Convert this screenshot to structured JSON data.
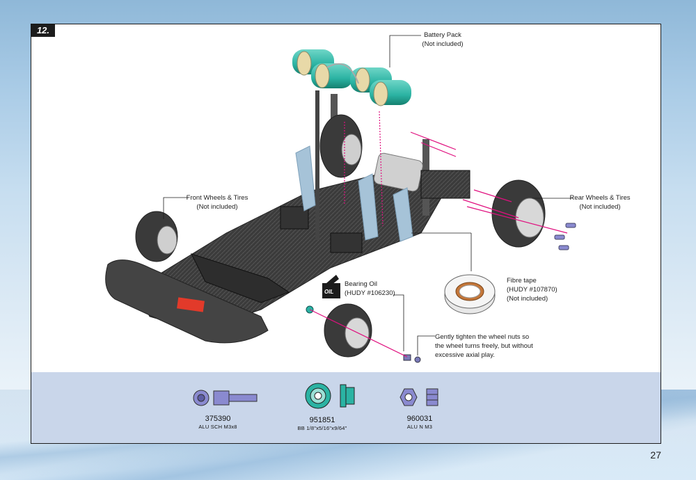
{
  "step": {
    "number": "12."
  },
  "callouts": {
    "battery_pack": {
      "line1": "Battery Pack",
      "line2": "(Not included)"
    },
    "front_wheels": {
      "line1": "Front Wheels & Tires",
      "line2": "(Not included)"
    },
    "rear_wheels": {
      "line1": "Rear Wheels & Tires",
      "line2": "(Not included)"
    },
    "bearing_oil": {
      "line1": "Bearing Oil",
      "line2": "(HUDY #106230)",
      "badge": "OIL"
    },
    "fibre_tape": {
      "line1": "Fibre tape",
      "line2": "(HUDY #107870)",
      "line3": "(Not included)"
    },
    "wheel_nuts": {
      "line1": "Gently tighten the wheel nuts so",
      "line2": "the wheel turns freely, but without",
      "line3": "excessive axial play."
    }
  },
  "parts": [
    {
      "code": "375390",
      "desc": "ALU SCH M3x8"
    },
    {
      "code": "951851",
      "desc": "BB 1/8\"x5/16\"x9/64\""
    },
    {
      "code": "960031",
      "desc": "ALU N M3"
    }
  ],
  "page": {
    "number": "27"
  },
  "colors": {
    "accent": "#e0107f",
    "battery": "#2bb3a3",
    "carbon": "#3a3a3a",
    "blue_band": "#c9d6ea"
  }
}
